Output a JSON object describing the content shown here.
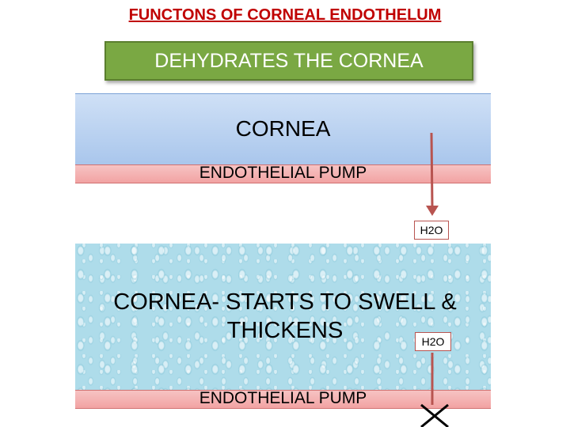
{
  "title": "FUNCTONS OF CORNEAL ENDOTHELUM",
  "banner": "DEHYDRATES THE CORNEA",
  "top_panel": {
    "cornea_label": "CORNEA",
    "pump_label": "ENDOTHELIAL PUMP",
    "water_label": "H2O"
  },
  "bottom_panel": {
    "swell_line1": "CORNEA- STARTS TO SWELL &",
    "swell_line2": "THICKENS",
    "water_label": "H2O",
    "pump_label": "ENDOTHELIAL PUMP"
  },
  "colors": {
    "title": "#c00000",
    "banner_bg": "#7aa843",
    "cornea_bg": "#bcd3f1",
    "pump_bg": "#f4b4b4",
    "water_bg": "#aedcea",
    "arrow": "#b85450"
  }
}
